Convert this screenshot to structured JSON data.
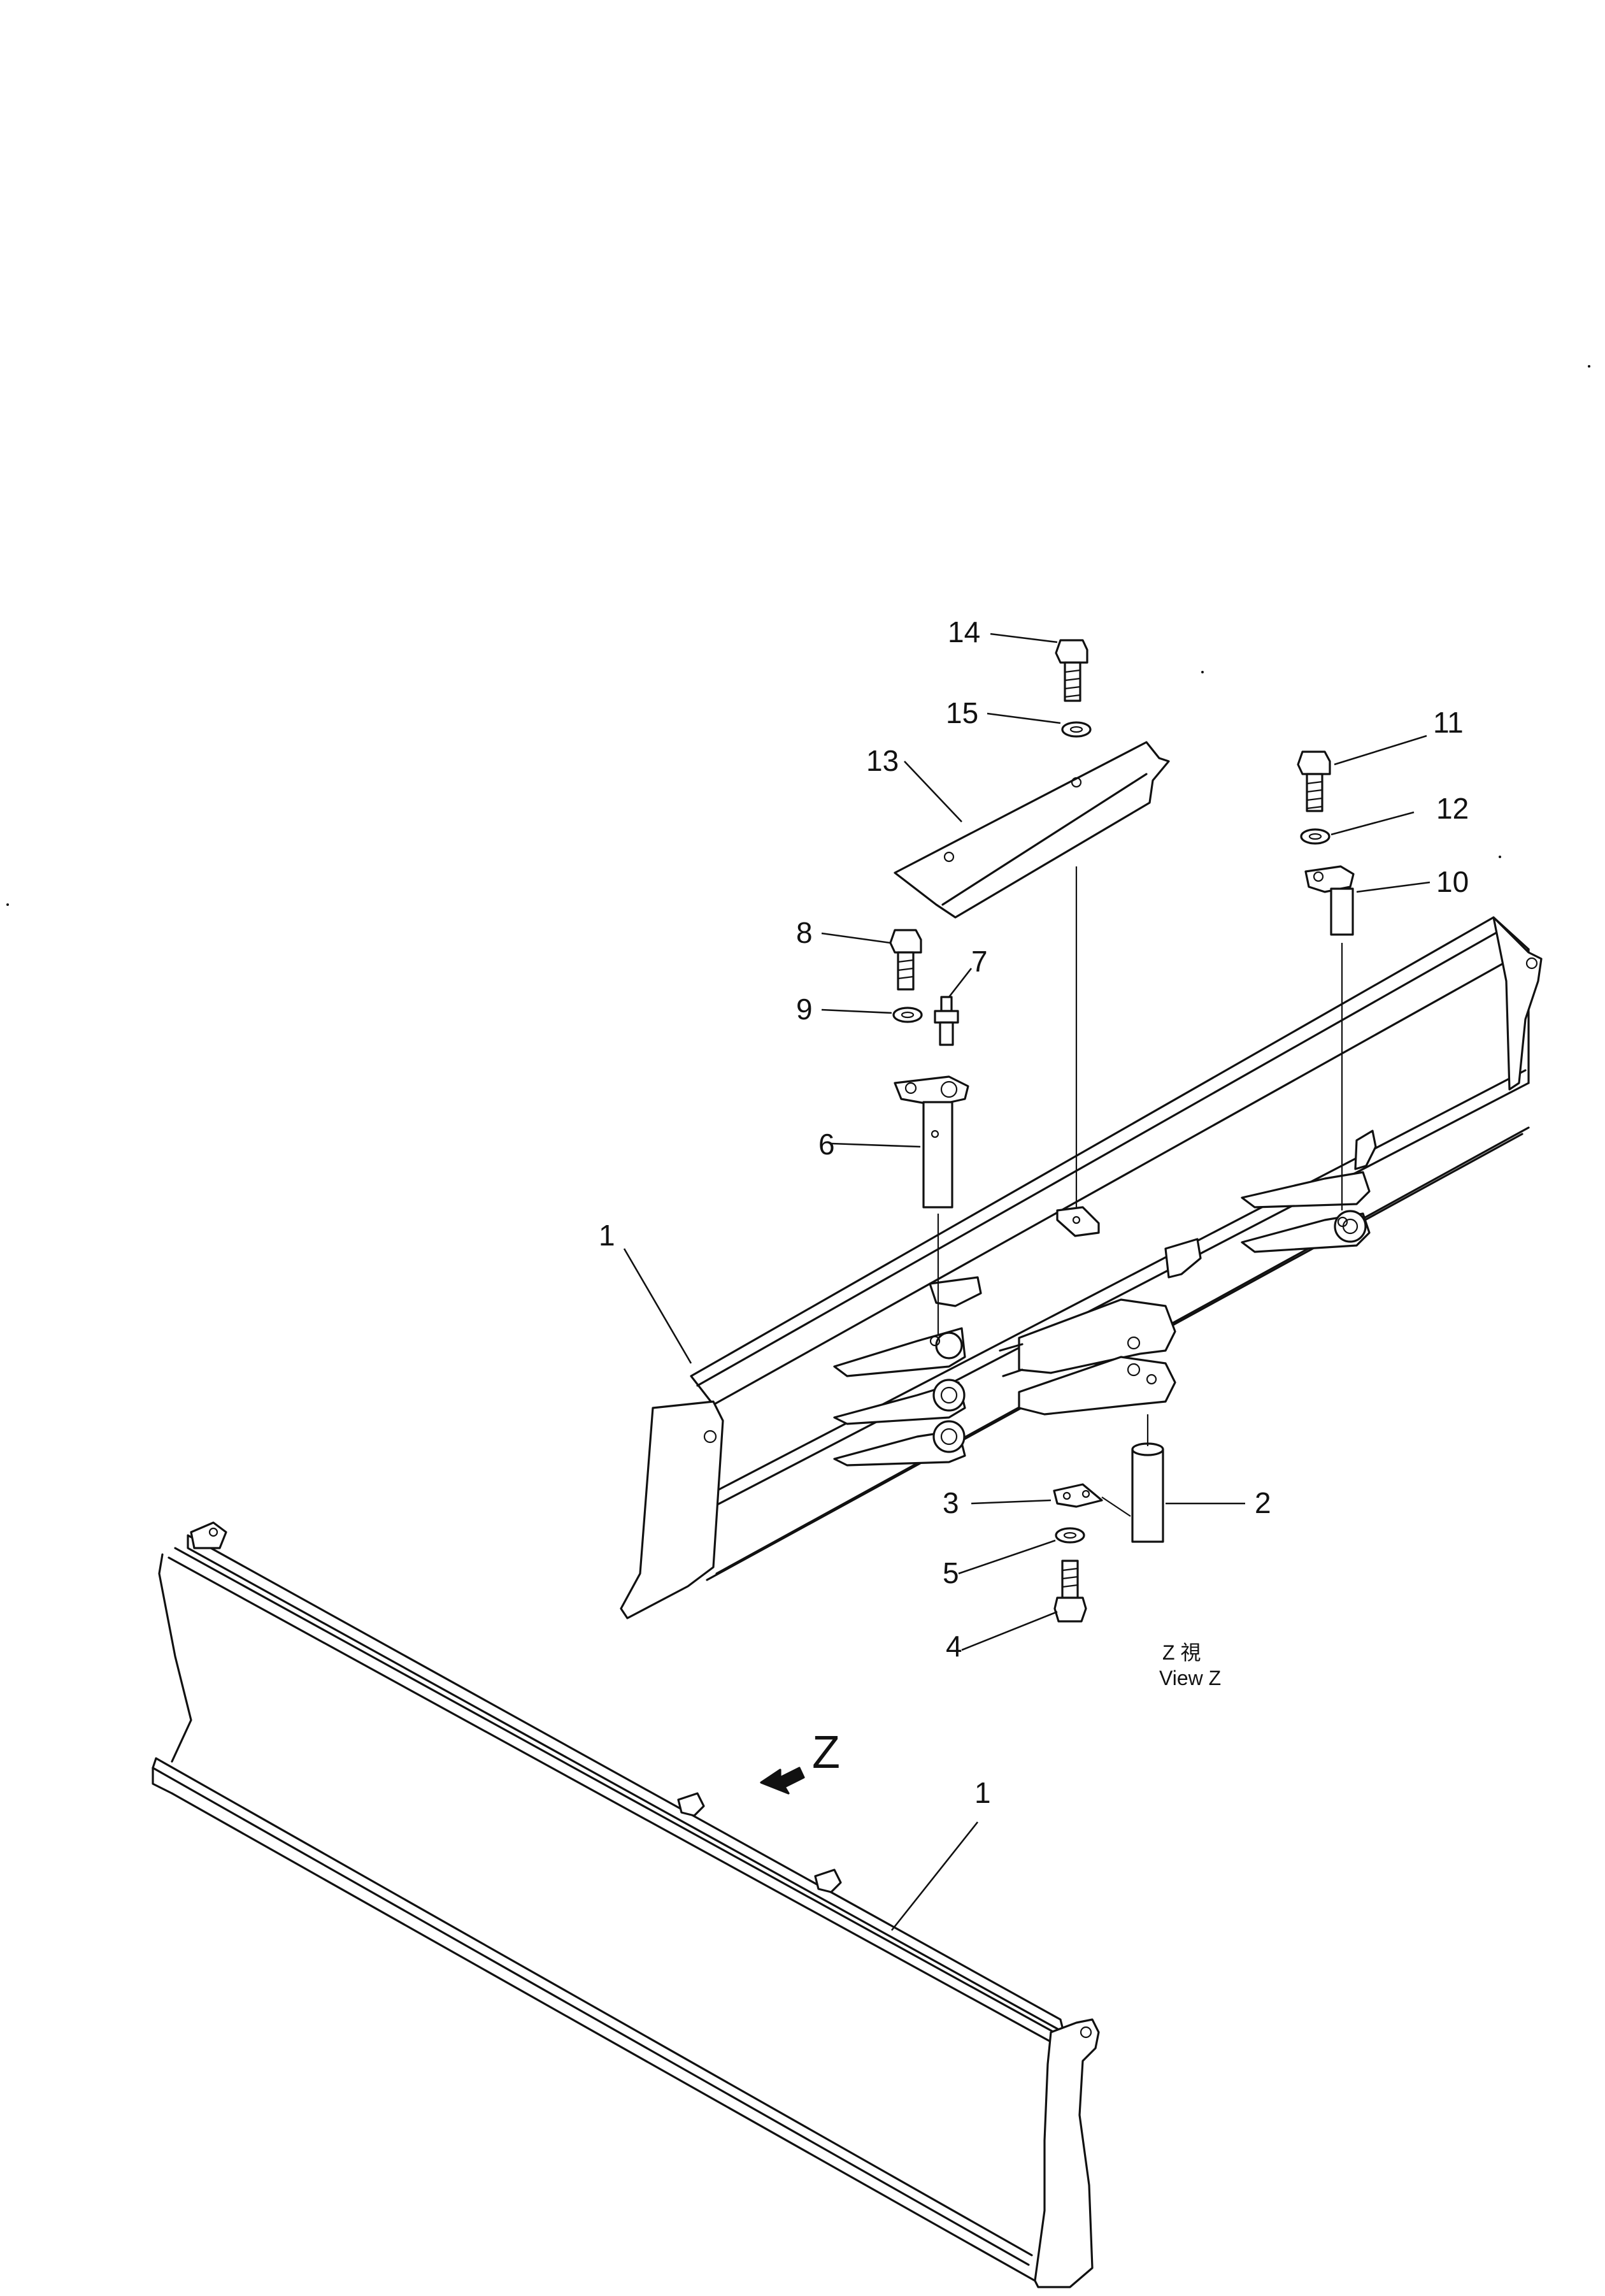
{
  "parts": [
    {
      "id": "part-1-upper",
      "label": "1"
    },
    {
      "id": "part-2",
      "label": "2"
    },
    {
      "id": "part-3",
      "label": "3"
    },
    {
      "id": "part-4",
      "label": "4"
    },
    {
      "id": "part-5",
      "label": "5"
    },
    {
      "id": "part-6",
      "label": "6"
    },
    {
      "id": "part-7",
      "label": "7"
    },
    {
      "id": "part-8",
      "label": "8"
    },
    {
      "id": "part-9",
      "label": "9"
    },
    {
      "id": "part-10",
      "label": "10"
    },
    {
      "id": "part-11",
      "label": "11"
    },
    {
      "id": "part-12",
      "label": "12"
    },
    {
      "id": "part-13",
      "label": "13"
    },
    {
      "id": "part-14",
      "label": "14"
    },
    {
      "id": "part-15",
      "label": "15"
    },
    {
      "id": "part-1-lower",
      "label": "1"
    }
  ],
  "view_caption": {
    "line1": "Z   視",
    "line2": "View Z"
  },
  "view_arrow_label": "Z",
  "colors": {
    "ink": "#111111",
    "paper": "#ffffff"
  }
}
